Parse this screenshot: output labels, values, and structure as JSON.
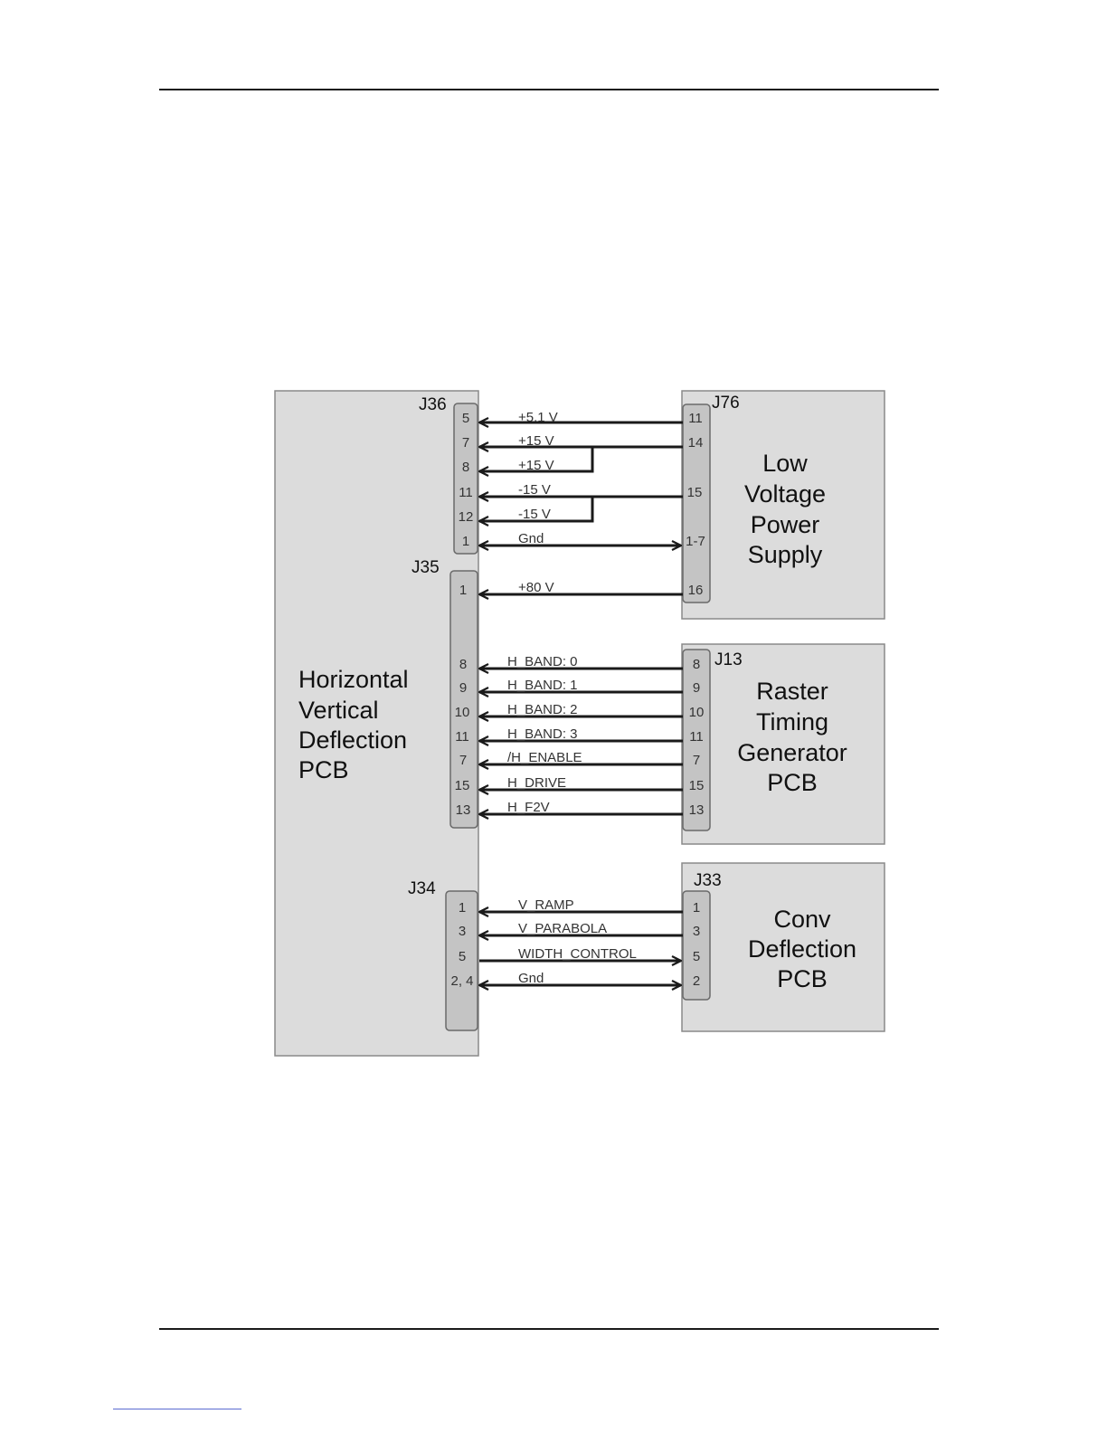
{
  "boards": {
    "hvd": {
      "lines": [
        "Horizontal",
        "Vertical",
        "Deflection",
        "PCB"
      ]
    },
    "lvps": {
      "lines": [
        "Low",
        "Voltage",
        "Power",
        "Supply"
      ]
    },
    "rtg": {
      "lines": [
        "Raster",
        "Timing",
        "Generator",
        "PCB"
      ]
    },
    "conv": {
      "lines": [
        "Conv",
        "Deflection",
        "PCB"
      ]
    }
  },
  "connectors": {
    "j36": {
      "label": "J36",
      "pins": [
        "5",
        "7",
        "8",
        "11",
        "12",
        "1"
      ]
    },
    "j35": {
      "label": "J35",
      "pins": [
        "1",
        "8",
        "9",
        "10",
        "11",
        "7",
        "15",
        "13"
      ]
    },
    "j34": {
      "label": "J34",
      "pins": [
        "1",
        "3",
        "5",
        "2, 4"
      ]
    },
    "j76": {
      "label": "J76",
      "pins": [
        "11",
        "14",
        "15",
        "1-7",
        "16"
      ]
    },
    "j13": {
      "label": "J13",
      "pins": [
        "8",
        "9",
        "10",
        "11",
        "7",
        "15",
        "13"
      ]
    },
    "j33": {
      "label": "J33",
      "pins": [
        "1",
        "3",
        "5",
        "2"
      ]
    }
  },
  "signals": [
    {
      "name": "+5.1 V",
      "from": "J76-11",
      "to": "J36-5",
      "direction": "to-left"
    },
    {
      "name": "+15 V",
      "from": "J76-14",
      "to": "J36-7",
      "direction": "to-left"
    },
    {
      "name": "+15 V",
      "from": "J76-14",
      "to": "J36-8",
      "direction": "to-left"
    },
    {
      "name": "-15 V",
      "from": "J76-15",
      "to": "J36-11",
      "direction": "to-left"
    },
    {
      "name": "-15 V",
      "from": "J76-15",
      "to": "J36-12",
      "direction": "to-left"
    },
    {
      "name": "Gnd",
      "from": "J76-1-7",
      "to": "J36-1",
      "direction": "both"
    },
    {
      "name": "+80 V",
      "from": "J76-16",
      "to": "J35-1",
      "direction": "to-left"
    },
    {
      "name": "H_BAND: 0",
      "from": "J13-8",
      "to": "J35-8",
      "direction": "to-left"
    },
    {
      "name": "H_BAND: 1",
      "from": "J13-9",
      "to": "J35-9",
      "direction": "to-left"
    },
    {
      "name": "H_BAND: 2",
      "from": "J13-10",
      "to": "J35-10",
      "direction": "to-left"
    },
    {
      "name": "H_BAND: 3",
      "from": "J13-11",
      "to": "J35-11",
      "direction": "to-left"
    },
    {
      "name": "/H_ENABLE",
      "from": "J13-7",
      "to": "J35-7",
      "direction": "to-left"
    },
    {
      "name": "H_DRIVE",
      "from": "J13-15",
      "to": "J35-15",
      "direction": "to-left"
    },
    {
      "name": "H_F2V",
      "from": "J13-13",
      "to": "J35-13",
      "direction": "to-left"
    },
    {
      "name": "V_RAMP",
      "from": "J33-1",
      "to": "J34-1",
      "direction": "to-left"
    },
    {
      "name": "V_PARABOLA",
      "from": "J33-3",
      "to": "J34-3",
      "direction": "to-left"
    },
    {
      "name": "WIDTH_CONTROL",
      "from": "J34-5",
      "to": "J33-5",
      "direction": "to-right"
    },
    {
      "name": "Gnd",
      "from": "J34-2, 4",
      "to": "J33-2",
      "direction": "both"
    }
  ],
  "colors": {
    "board_fill": "#dcdcdc",
    "connector_fill": "#c4c4c4",
    "wire": "#1a1a1a"
  }
}
